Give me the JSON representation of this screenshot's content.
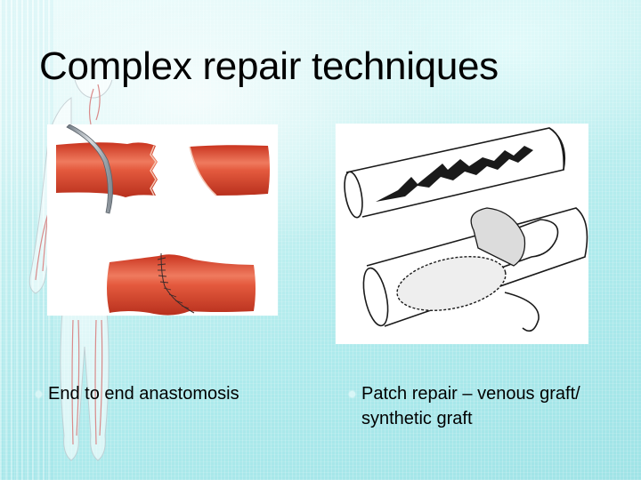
{
  "slide": {
    "title": "Complex repair techniques",
    "background": {
      "style": "aqua gradient with anatomical circulatory-system figure",
      "colors": [
        "#e9fbfb",
        "#c9f2f2",
        "#aeeaec",
        "#9fe3e6"
      ]
    },
    "images": [
      {
        "id": "left",
        "description": "End to end anastomosis illustration: severed red artery segments with clamp, then sutured joined vessel",
        "icon": "artery-anastomosis-illustration"
      },
      {
        "id": "right",
        "description": "Patch repair line drawing: vessel with jagged laceration, then vessel with sewn-in graft patch",
        "icon": "vessel-patch-graft-illustration"
      }
    ],
    "bullets": [
      {
        "text": "End to end anastomosis"
      },
      {
        "text": "Patch repair – venous graft/ synthetic graft"
      }
    ],
    "colors": {
      "artery_red": "#d9412c",
      "artery_highlight": "#ef7a5e",
      "suture": "#3a2a2a",
      "line_drawing": "#1a1a1a",
      "title_text": "#000000",
      "bullet_dot": "#d8f6f7"
    }
  }
}
